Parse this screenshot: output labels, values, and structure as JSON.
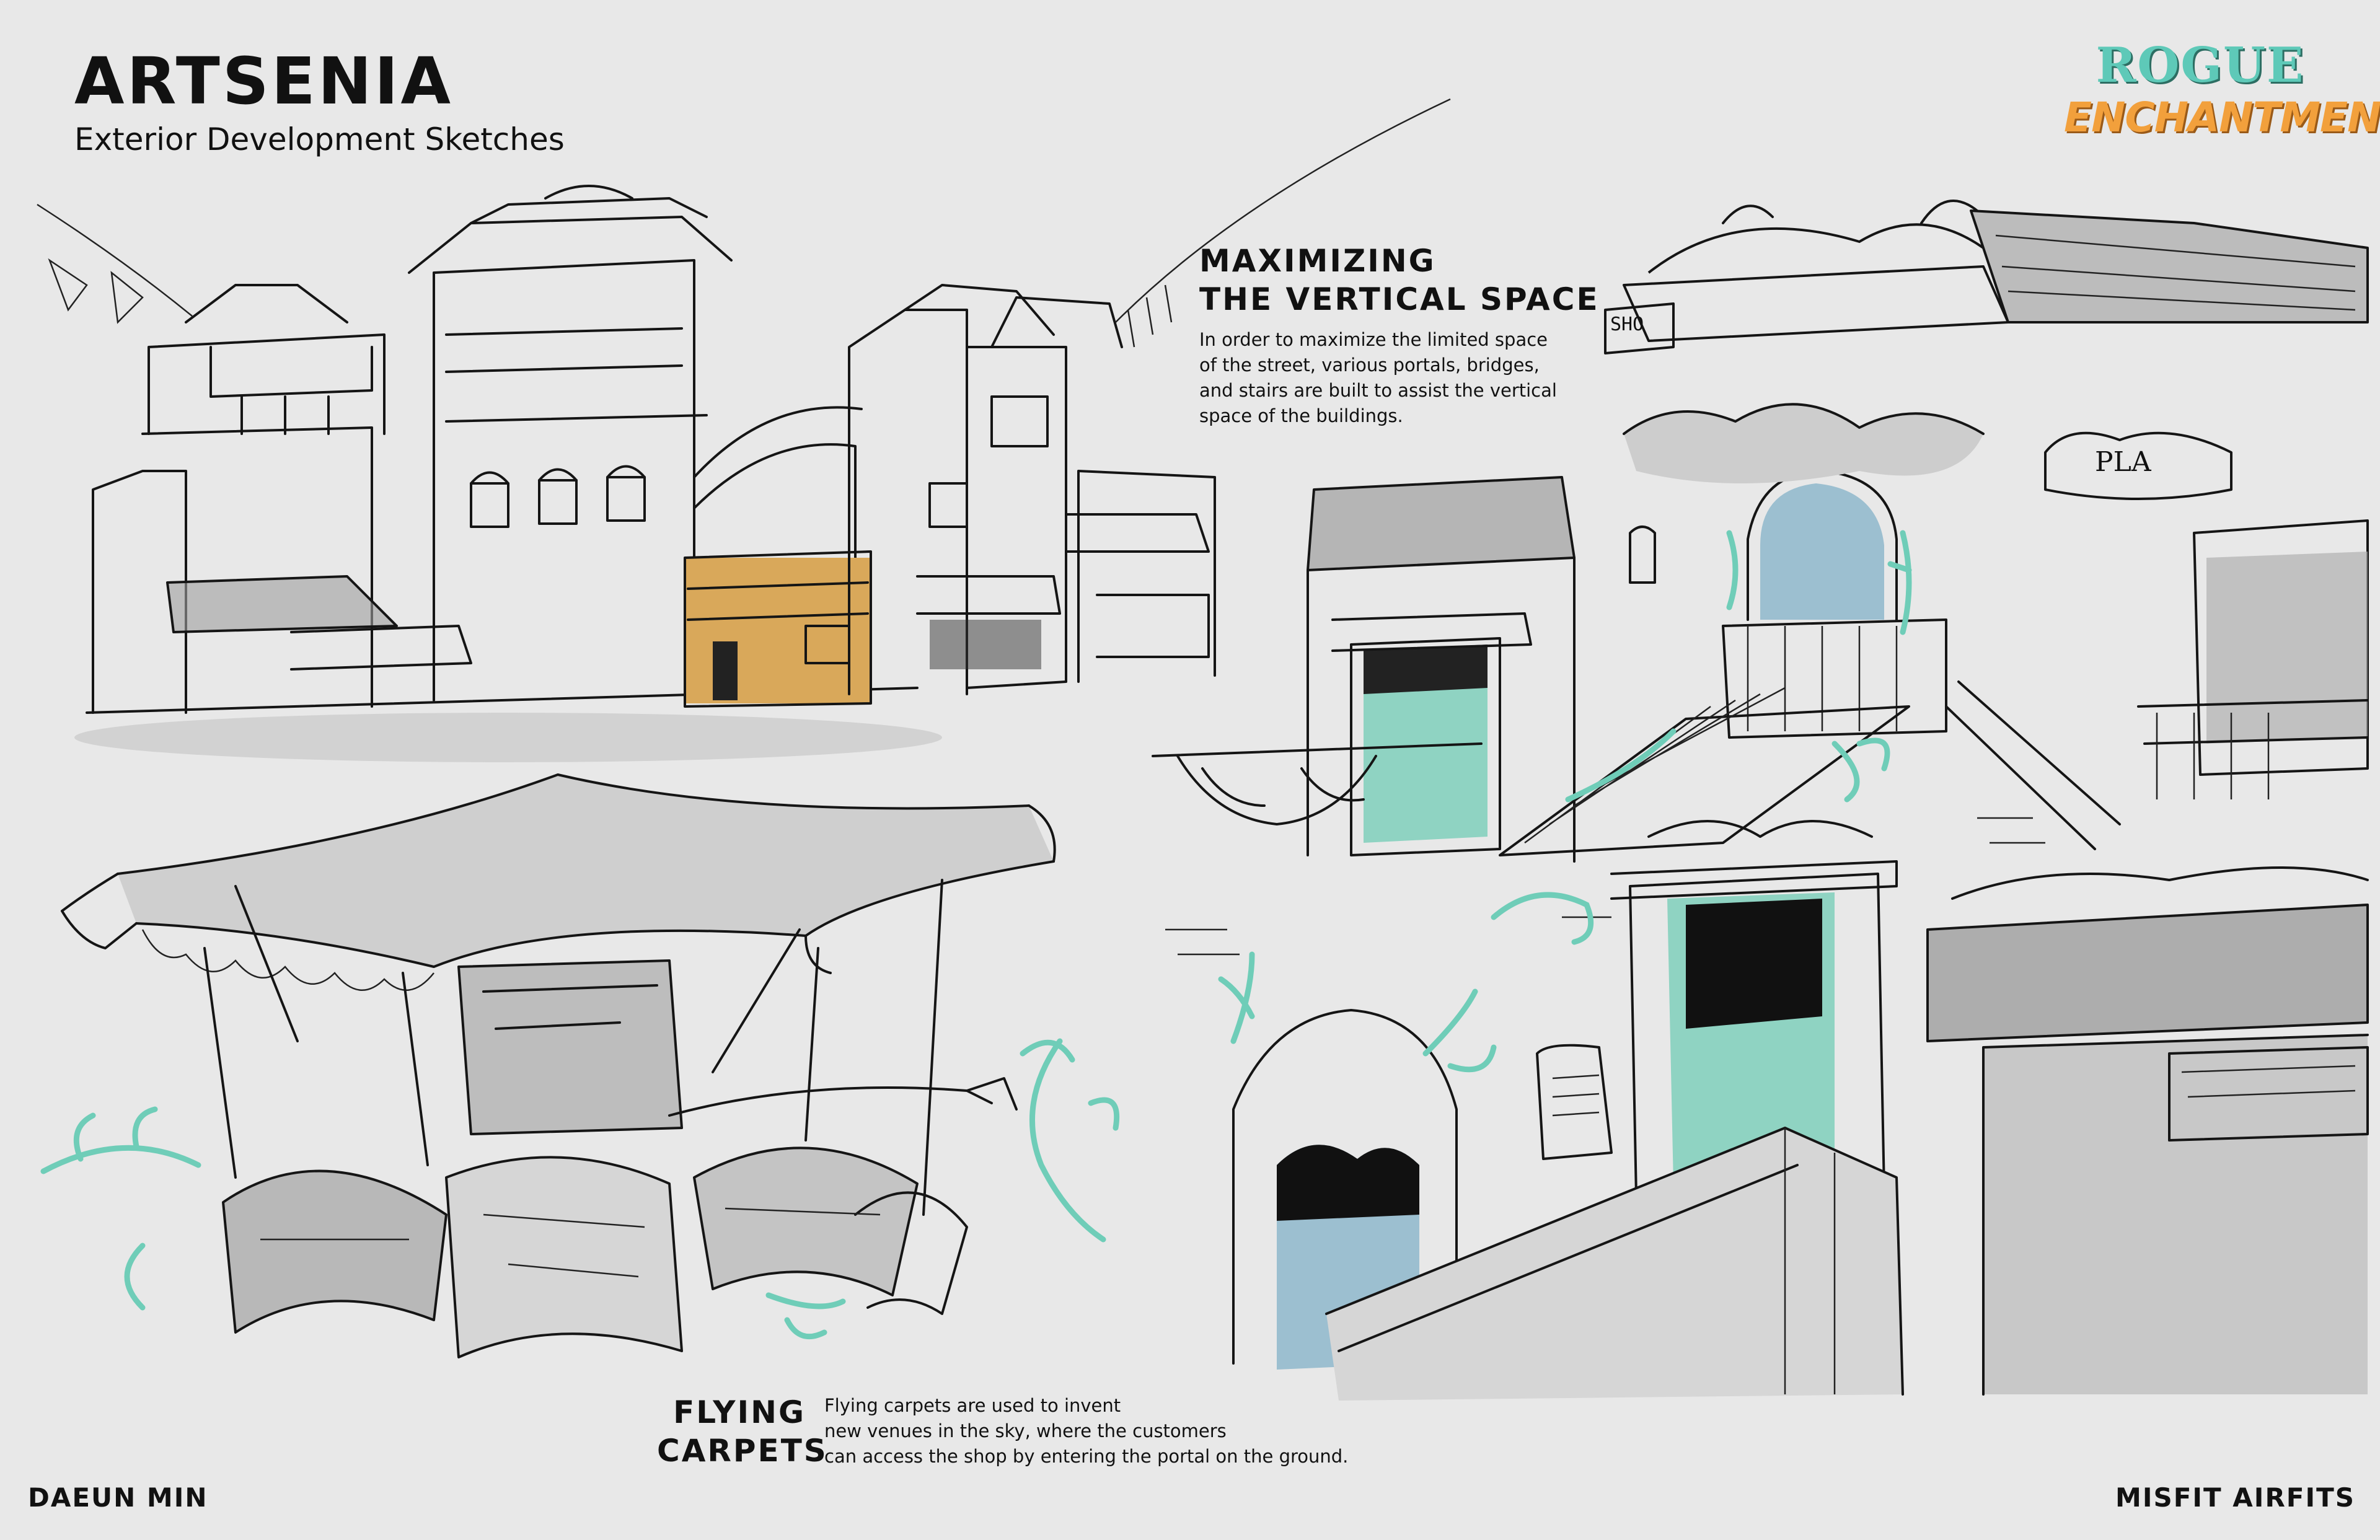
{
  "header": {
    "title": "ARTSENIA",
    "subtitle": "Exterior Development Sketches"
  },
  "logo": {
    "line1": "ROGUE",
    "line2": "ENCHANTMENTS"
  },
  "sections": {
    "vertical": {
      "heading_line1": "MAXIMIZING",
      "heading_line2": "THE VERTICAL SPACE",
      "body_lines": [
        "In order to maximize the limited space",
        "of the street, various portals, bridges,",
        "and stairs are built to assist the vertical",
        "space of the buildings."
      ]
    },
    "carpets": {
      "heading_line1": "FLYING",
      "heading_line2": "CARPETS",
      "body_lines": [
        "Flying carpets are used to invent",
        "new venues in the sky, where the customers",
        "can access the shop by entering the portal on the ground."
      ]
    }
  },
  "sketch_signs": {
    "sign_left": "SHO",
    "sign_right": "PLA"
  },
  "footer": {
    "artist": "DAEUN MIN",
    "studio": "MISFIT AIRFITS"
  },
  "colors": {
    "background": "#e8e8e8",
    "accent_teal": "#6fcdb8",
    "accent_ochre": "#d9a85a",
    "door_blue": "#9cbfd0",
    "door_mint": "#8fd3c2"
  }
}
